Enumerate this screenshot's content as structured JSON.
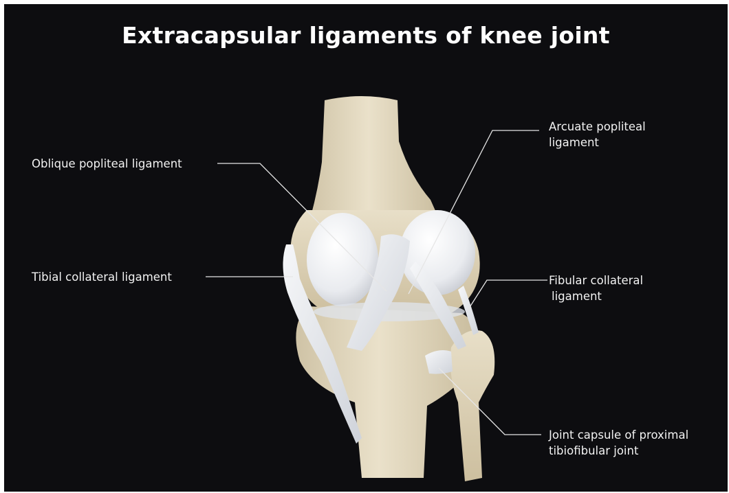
{
  "title": "Extracapsular ligaments of knee joint",
  "labels": {
    "oblique_popliteal": {
      "line1": "Oblique popliteal ligament"
    },
    "tibial_collateral": {
      "line1": "Tibial collateral ligament"
    },
    "arcuate_popliteal": {
      "line1": "Arcuate popliteal",
      "line2": "ligament"
    },
    "fibular_collateral": {
      "line1": "Fibular collateral",
      "line2": "ligament"
    },
    "joint_capsule": {
      "line1": "Joint capsule of proximal",
      "line2": "tibiofibular joint"
    }
  },
  "colors": {
    "background": "#0d0d10",
    "bone": "#e6dcc4",
    "bone_shadow": "#b9ab8d",
    "ligament": "#eef0f4",
    "cartilage": "#f4f5f7",
    "text": "#f2f2f2",
    "leader_line": "#e6e6e6"
  }
}
